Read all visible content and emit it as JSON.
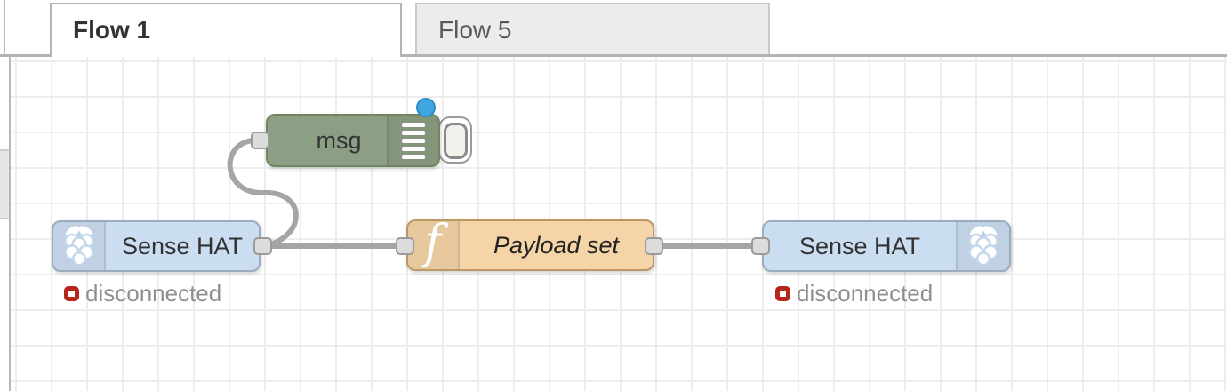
{
  "app": "Node-RED flow editor",
  "tabs": [
    {
      "label": "Flow 1",
      "active": true
    },
    {
      "label": "Flow 5",
      "active": false
    }
  ],
  "nodes": {
    "debug": {
      "type": "debug",
      "label": "msg"
    },
    "sensehat_in": {
      "type": "sense-hat",
      "label": "Sense HAT",
      "status": "disconnected"
    },
    "function": {
      "type": "function",
      "label": "Payload set"
    },
    "sensehat_out": {
      "type": "sense-hat",
      "label": "Sense HAT",
      "status": "disconnected"
    }
  },
  "colors": {
    "debug_node": "#8c9e84",
    "sensehat_node": "#cbdef1",
    "function_node": "#f5d4a7",
    "status_error_red": "#b5271d",
    "changed_dot_blue": "#41a6df",
    "wire_gray": "#a5a5a5",
    "inactive_tab_bg": "#ececec"
  }
}
